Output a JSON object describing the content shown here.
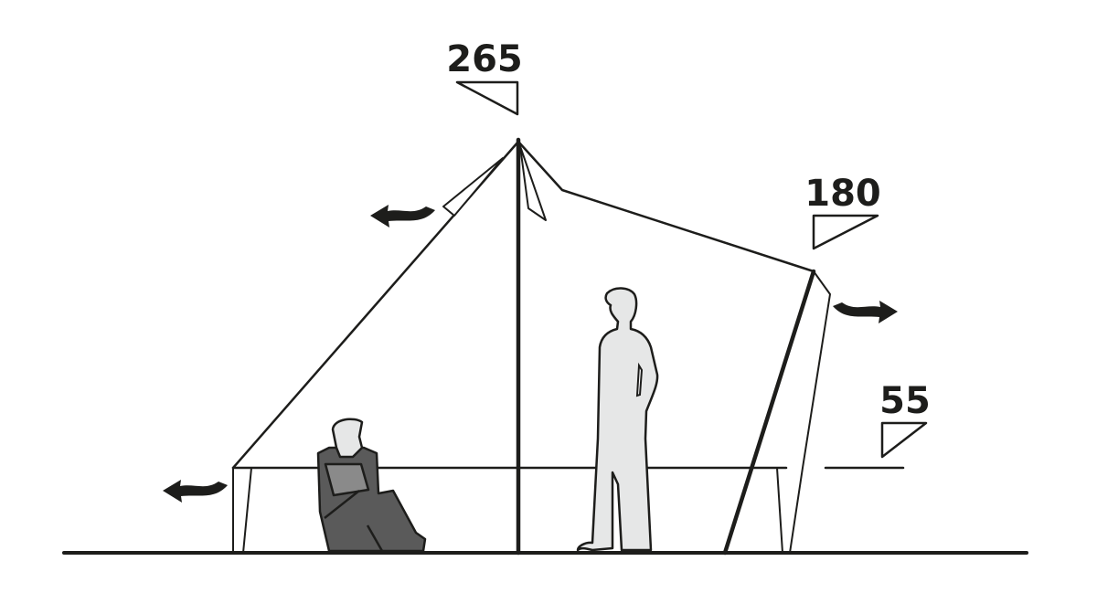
{
  "dimensions": {
    "peak_height": "265",
    "rear_height": "180",
    "wall_height": "55"
  },
  "colors": {
    "line": "#1d1d1b",
    "standing_person": "#e6e7e7",
    "seated_person": "#5a5a5a",
    "seated_person_light": "#8a8a8a"
  }
}
